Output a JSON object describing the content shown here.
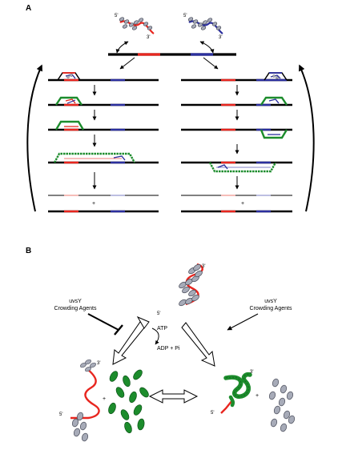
{
  "panel_a": {
    "label": "A",
    "five_prime": "5'",
    "three_prime": "3'",
    "plus": "+"
  },
  "panel_b": {
    "label": "B",
    "five_prime": "5'",
    "three_prime": "3'",
    "left_regulators": [
      "uvsY",
      "Crowding Agents"
    ],
    "right_regulators": [
      "uvsY",
      "Crowding Agents"
    ],
    "atp": "ATP",
    "adp_pi": "ADP + Pi",
    "plus": "+"
  },
  "colors": {
    "dna": "#000000",
    "homology_red": "#e8261f",
    "homology_blue": "#2b2f9e",
    "uvsx_gray": "#a7abb8",
    "uvsx_outline": "#4a4d5a",
    "gp32_green": "#1c8c2c",
    "gp32_outline": "#0d5218",
    "pale_red": "#f4a7a0",
    "pale_blue": "#a7aad8"
  }
}
